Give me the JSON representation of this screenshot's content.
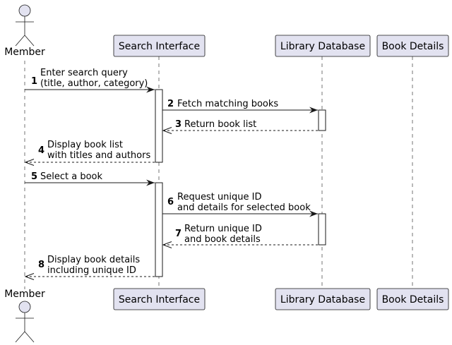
{
  "participants": {
    "member": "Member",
    "search": "Search Interface",
    "library": "Library Database",
    "details": "Book Details"
  },
  "messages": [
    {
      "num": "1",
      "lines": [
        "Enter search query",
        "(title, author, category)"
      ],
      "from": "member",
      "to": "search",
      "style": "sync"
    },
    {
      "num": "2",
      "lines": [
        "Fetch matching books"
      ],
      "from": "search",
      "to": "library",
      "style": "sync"
    },
    {
      "num": "3",
      "lines": [
        "Return book list"
      ],
      "from": "library",
      "to": "search",
      "style": "return"
    },
    {
      "num": "4",
      "lines": [
        "Display book list",
        "with titles and authors"
      ],
      "from": "search",
      "to": "member",
      "style": "return"
    },
    {
      "num": "5",
      "lines": [
        "Select a book"
      ],
      "from": "member",
      "to": "search",
      "style": "sync"
    },
    {
      "num": "6",
      "lines": [
        "Request unique ID",
        "and details for selected book"
      ],
      "from": "search",
      "to": "library",
      "style": "sync"
    },
    {
      "num": "7",
      "lines": [
        "Return unique ID",
        "and book details"
      ],
      "from": "library",
      "to": "search",
      "style": "return"
    },
    {
      "num": "8",
      "lines": [
        "Display book details",
        "including unique ID"
      ],
      "from": "search",
      "to": "member",
      "style": "return"
    }
  ],
  "colors": {
    "participant_fill": "#E2E2F0",
    "participant_stroke": "#181818",
    "lifeline": "#181818",
    "activation_fill": "#FFFFFF"
  }
}
